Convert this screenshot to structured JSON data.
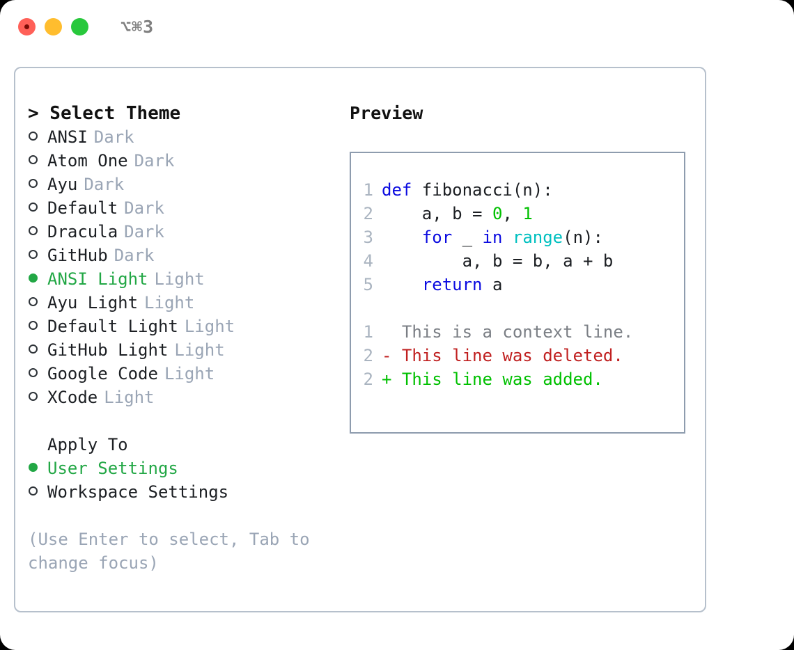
{
  "titlebar": {
    "shortcut": "⌥⌘3",
    "buttons": [
      "close",
      "minimize",
      "maximize"
    ]
  },
  "left": {
    "header": "> Select Theme",
    "themes": [
      {
        "marker": "hollow",
        "name": "ANSI",
        "suffix": "Dark",
        "selected": false
      },
      {
        "marker": "hollow",
        "name": "Atom One",
        "suffix": "Dark",
        "selected": false
      },
      {
        "marker": "hollow",
        "name": "Ayu",
        "suffix": "Dark",
        "selected": false
      },
      {
        "marker": "hollow",
        "name": "Default",
        "suffix": "Dark",
        "selected": false
      },
      {
        "marker": "hollow",
        "name": "Dracula",
        "suffix": "Dark",
        "selected": false
      },
      {
        "marker": "hollow",
        "name": "GitHub",
        "suffix": "Dark",
        "selected": false
      },
      {
        "marker": "filled",
        "name": "ANSI Light",
        "suffix": "Light",
        "selected": true
      },
      {
        "marker": "hollow",
        "name": "Ayu Light",
        "suffix": "Light",
        "selected": false
      },
      {
        "marker": "hollow",
        "name": "Default Light",
        "suffix": "Light",
        "selected": false
      },
      {
        "marker": "hollow",
        "name": "GitHub Light",
        "suffix": "Light",
        "selected": false
      },
      {
        "marker": "hollow",
        "name": "Google Code",
        "suffix": "Light",
        "selected": false
      },
      {
        "marker": "hollow",
        "name": "XCode",
        "suffix": "Light",
        "selected": false
      }
    ],
    "apply_to_label": "Apply To",
    "apply_options": [
      {
        "marker": "filled",
        "name": "User Settings",
        "selected": true
      },
      {
        "marker": "hollow",
        "name": "Workspace Settings",
        "selected": false
      }
    ],
    "hint": "(Use Enter to select, Tab to change focus)"
  },
  "preview": {
    "title": "Preview",
    "code_lines": [
      {
        "num": "1",
        "tokens": [
          {
            "t": "def",
            "c": "kw"
          },
          {
            "t": " fibonacci(n):",
            "c": "plain"
          }
        ]
      },
      {
        "num": "2",
        "tokens": [
          {
            "t": "    a, b = ",
            "c": "plain"
          },
          {
            "t": "0",
            "c": "num"
          },
          {
            "t": ", ",
            "c": "plain"
          },
          {
            "t": "1",
            "c": "num"
          }
        ]
      },
      {
        "num": "3",
        "tokens": [
          {
            "t": "    ",
            "c": "plain"
          },
          {
            "t": "for",
            "c": "kw"
          },
          {
            "t": " _ ",
            "c": "plain"
          },
          {
            "t": "in",
            "c": "kw"
          },
          {
            "t": " ",
            "c": "plain"
          },
          {
            "t": "range",
            "c": "fn"
          },
          {
            "t": "(n):",
            "c": "plain"
          }
        ]
      },
      {
        "num": "4",
        "tokens": [
          {
            "t": "        a, b = b, a + b",
            "c": "plain"
          }
        ]
      },
      {
        "num": "5",
        "tokens": [
          {
            "t": "    ",
            "c": "plain"
          },
          {
            "t": "return",
            "c": "kw"
          },
          {
            "t": " a",
            "c": "plain"
          }
        ]
      }
    ],
    "diff_lines": [
      {
        "num": "1",
        "kind": "ctx",
        "text": "  This is a context line."
      },
      {
        "num": "2",
        "kind": "del",
        "text": "- This line was deleted."
      },
      {
        "num": "2",
        "kind": "add",
        "text": "+ This line was added."
      }
    ]
  },
  "colors": {
    "accent_green": "#22a745",
    "diff_add": "#00c000",
    "diff_del": "#c02020",
    "keyword": "#0b0be0",
    "function": "#00c0c0",
    "muted": "#9aa5b5",
    "panel_border": "#b6c0cc",
    "preview_border": "#8e9cae"
  }
}
